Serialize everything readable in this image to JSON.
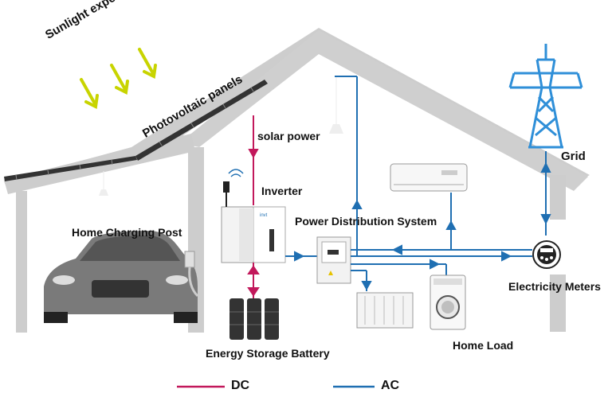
{
  "labels": {
    "sunlight": "Sunlight exposure",
    "pv_panels": "Photovoltaic panels",
    "solar_power": "solar power",
    "inverter": "Inverter",
    "home_charging_post": "Home Charging Post",
    "power_distribution": "Power Distribution System",
    "grid": "Grid",
    "electricity_meters": "Electricity Meters",
    "energy_storage_battery": "Energy Storage Battery",
    "home_load": "Home Load",
    "inverter_brand": "invt"
  },
  "legend": {
    "dc_label": "DC",
    "ac_label": "AC"
  },
  "colors": {
    "dc": "#c2185b",
    "ac": "#1f6fb2",
    "house": "#c9c9c9",
    "sun_arrow": "#c8d400",
    "tower": "#2f8fd8"
  },
  "icons": {
    "sun_arrows": "sunlight-arrow-icon",
    "tower": "transmission-tower-icon",
    "meter": "electricity-meter-icon",
    "car": "car-icon",
    "battery": "battery-icon",
    "ac_unit": "air-conditioner-icon",
    "radiator": "radiator-icon",
    "washer": "washing-machine-icon",
    "lamp": "ceiling-lamp-icon",
    "wifi": "wifi-icon"
  }
}
